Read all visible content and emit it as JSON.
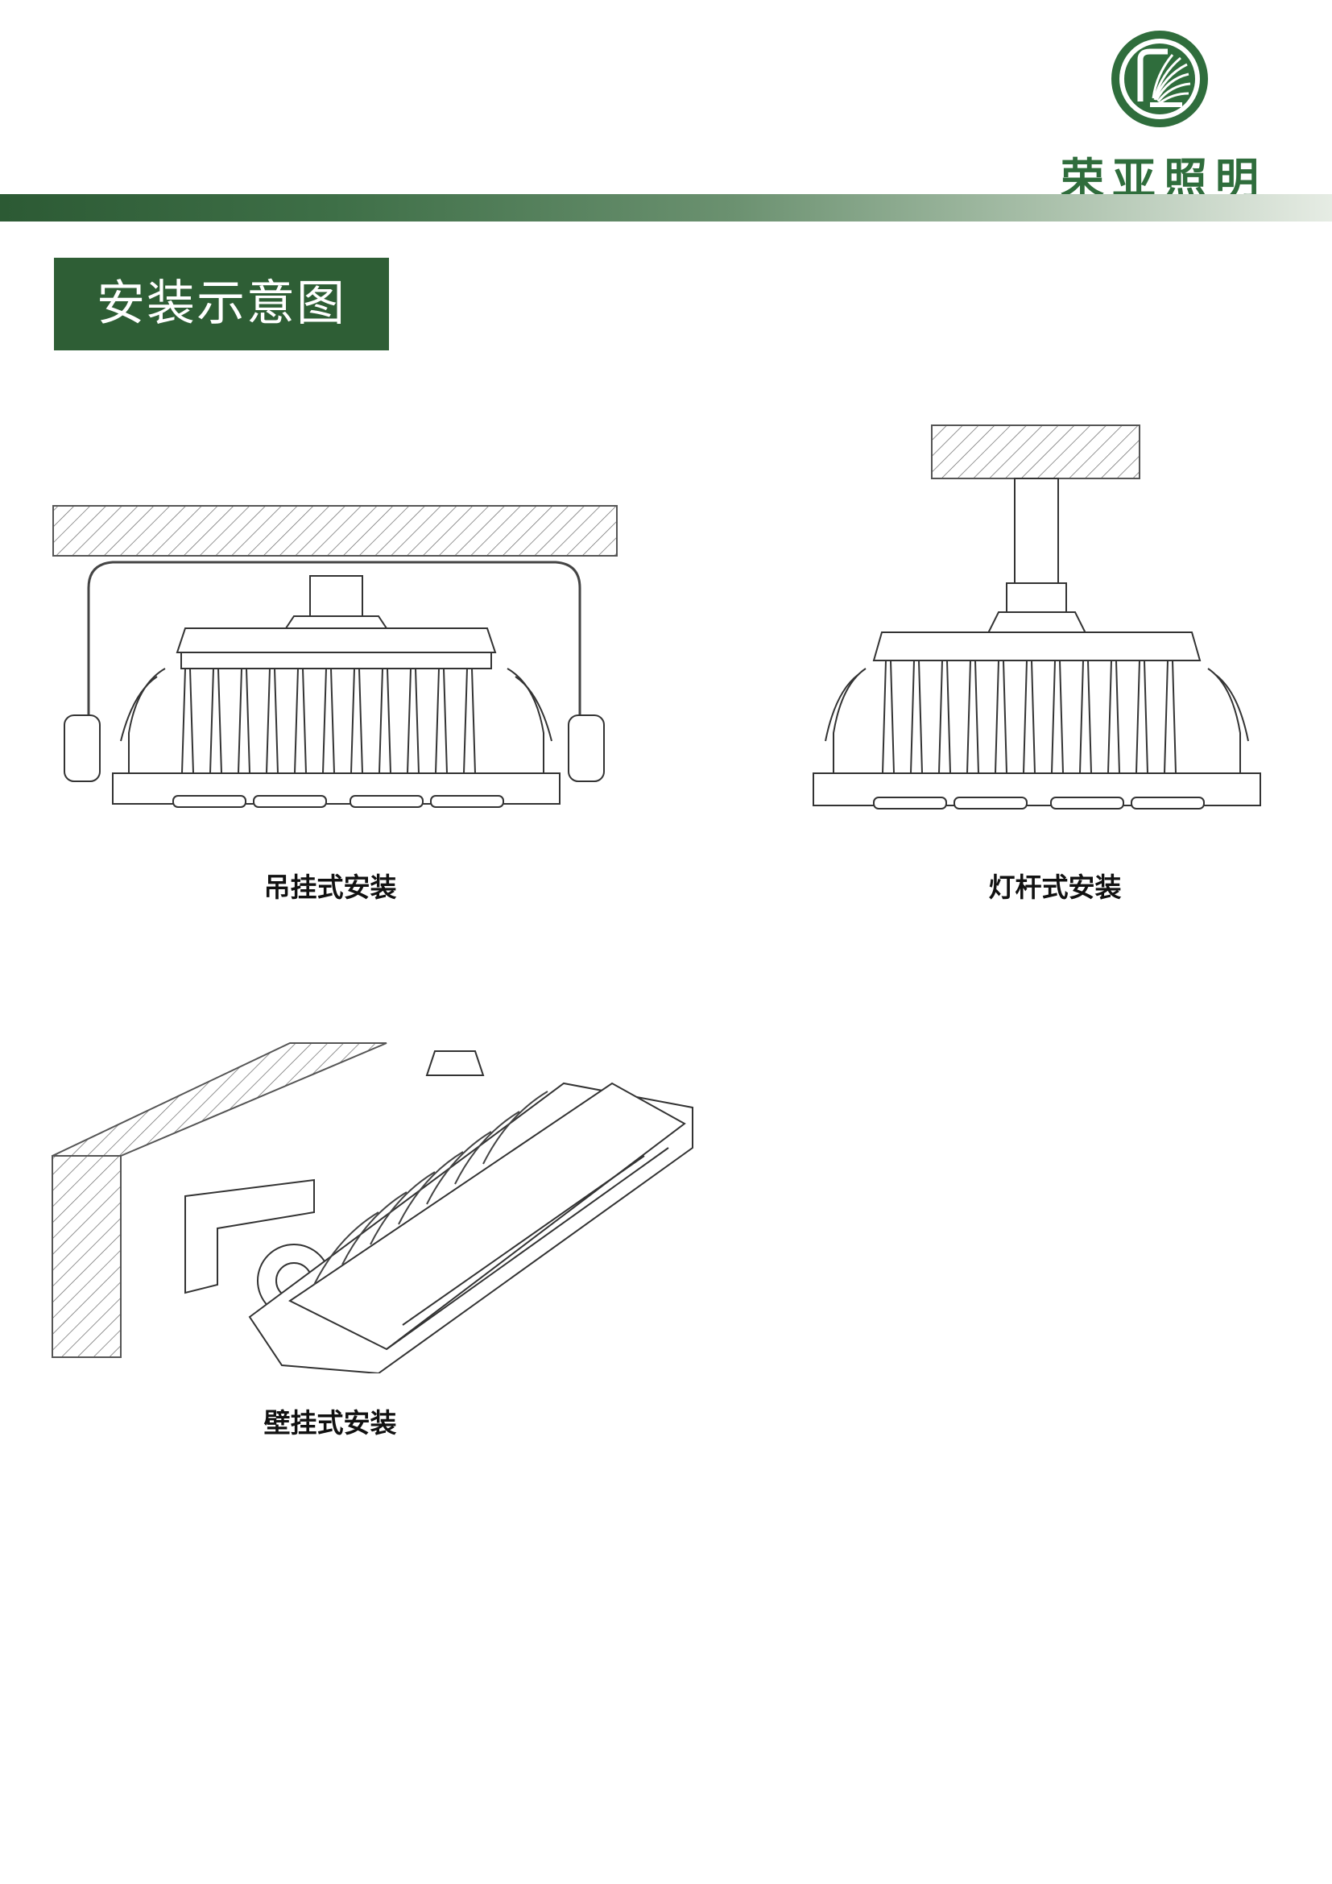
{
  "brand": {
    "name": "荣亚照明",
    "colors": {
      "primary": "#2e5e35",
      "brand_text": "#2f6d3c"
    },
    "logo_icon": "palm-leaf-logo-icon"
  },
  "section": {
    "title": "安装示意图"
  },
  "figures": [
    {
      "id": "suspended",
      "caption": "吊挂式安装"
    },
    {
      "id": "pole",
      "caption": "灯杆式安装"
    },
    {
      "id": "wall",
      "caption": "壁挂式安装"
    }
  ]
}
